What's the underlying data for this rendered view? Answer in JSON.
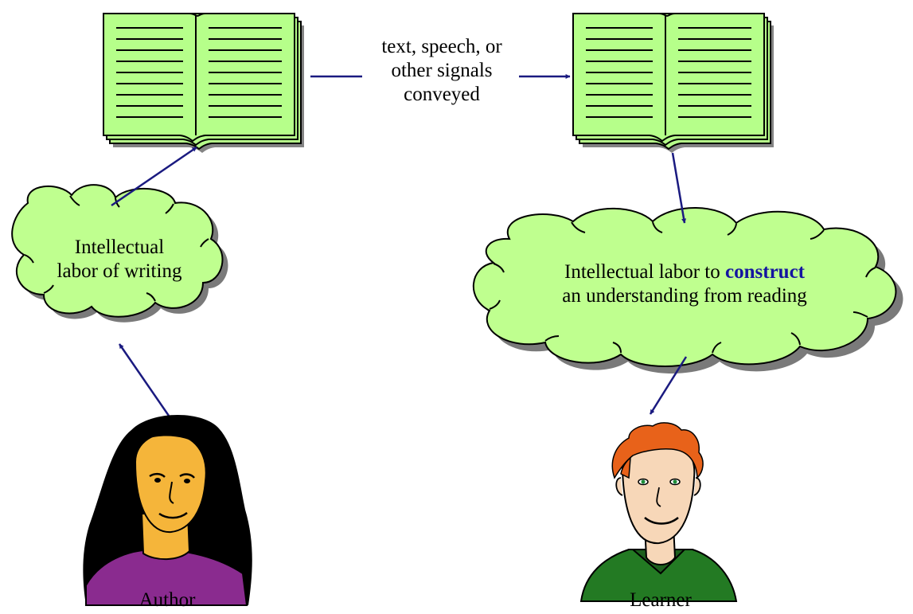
{
  "conveyed_label": {
    "line1": "text, speech, or",
    "line2": "other signals",
    "line3": "conveyed"
  },
  "author_cloud": {
    "line1": "Intellectual",
    "line2": "labor of writing"
  },
  "learner_cloud": {
    "line1_pre": "Intellectual labor to ",
    "line1_emph": "construct",
    "line2": "an understanding from reading"
  },
  "author_label": "Author",
  "learner_label": "Learner",
  "colors": {
    "book_fill": "#b6ff8a",
    "cloud_fill": "#bfff8f",
    "arrow": "#1a1a80",
    "emphasis": "#1414a0",
    "shadow": "#7a7a7a"
  },
  "icons": {
    "author_figure": "woman-portrait",
    "learner_figure": "man-portrait"
  }
}
